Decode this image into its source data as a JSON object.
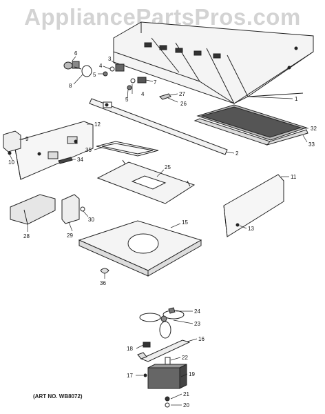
{
  "watermark": "AppliancePartsPros.com",
  "art_no": "(ART NO. WB8072)",
  "callouts": [
    "6",
    "3",
    "4",
    "5",
    "8",
    "7",
    "4",
    "5",
    "27",
    "26",
    "1",
    "9",
    "10",
    "12",
    "2",
    "32",
    "33",
    "35",
    "34",
    "25",
    "11",
    "13",
    "28",
    "29",
    "30",
    "15",
    "36",
    "24",
    "23",
    "18",
    "16",
    "22",
    "17",
    "19",
    "21",
    "20"
  ]
}
